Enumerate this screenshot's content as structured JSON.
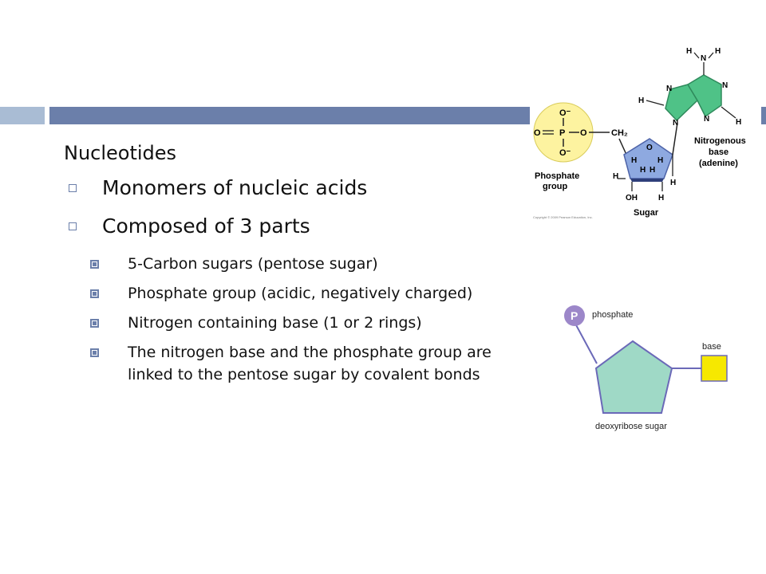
{
  "slide": {
    "heading": "Nucleotides",
    "bullets": [
      {
        "text": "Monomers of nucleic acids"
      },
      {
        "text": "Composed of 3 parts",
        "sub": [
          "5-Carbon sugars (pentose sugar)",
          "Phosphate group (acidic, negatively charged)",
          "Nitrogen containing base (1 or 2 rings)",
          "The nitrogen base and the phosphate group are linked to the pentose sugar by covalent bonds"
        ]
      }
    ]
  },
  "figure_structure": {
    "phosphate_label": "Phosphate group",
    "sugar_label": "Sugar",
    "base_label": "Nitrogenous base (adenine)",
    "copyright": "Copyright © 2009 Pearson Education, Inc."
  },
  "figure_diagram": {
    "p_symbol": "P",
    "phosphate_label": "phosphate",
    "base_label": "base",
    "sugar_label": "deoxyribose sugar"
  },
  "colors": {
    "accent_bar": "#6b7faa",
    "accent_bar_light": "#a9bcd4",
    "phosphate_fill": "#fdf3a0",
    "sugar_fill": "#8ea9e0",
    "base_fill": "#4fc287",
    "pentagon_fill": "#9fd9c6",
    "base_square": "#f6e800",
    "p_circle": "#9c87c9"
  }
}
